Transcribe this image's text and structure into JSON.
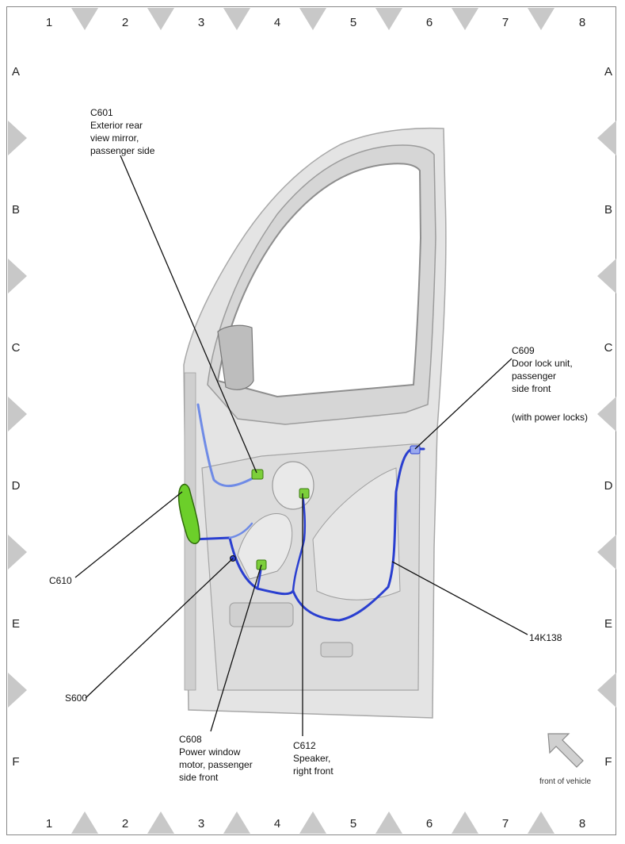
{
  "grid": {
    "columns": [
      "1",
      "2",
      "3",
      "4",
      "5",
      "6",
      "7",
      "8"
    ],
    "rows": [
      "A",
      "B",
      "C",
      "D",
      "E",
      "F"
    ]
  },
  "callouts": {
    "c601": {
      "code": "C601",
      "lines": [
        "Exterior rear",
        "view mirror,",
        "passenger side"
      ]
    },
    "c609": {
      "code": "C609",
      "lines": [
        "Door lock unit,",
        "passenger",
        "side front",
        "(with power locks)"
      ]
    },
    "c610": {
      "code": "C610",
      "lines": []
    },
    "s600": {
      "code": "S600",
      "lines": []
    },
    "c608": {
      "code": "C608",
      "lines": [
        "Power window",
        "motor, passenger",
        "side front"
      ]
    },
    "c612": {
      "code": "C612",
      "lines": [
        "Speaker,",
        "right front"
      ]
    },
    "h14k138": {
      "code": "14K138",
      "lines": []
    }
  },
  "orientation": {
    "label": "front of vehicle"
  },
  "colors": {
    "harness": "#2a3fd0",
    "harness_light": "#6f8be6",
    "connector": "#7ccf3a",
    "door": "#e8e8e8",
    "door_edge": "#b5b5b5",
    "marker": "#c8c8c8"
  }
}
